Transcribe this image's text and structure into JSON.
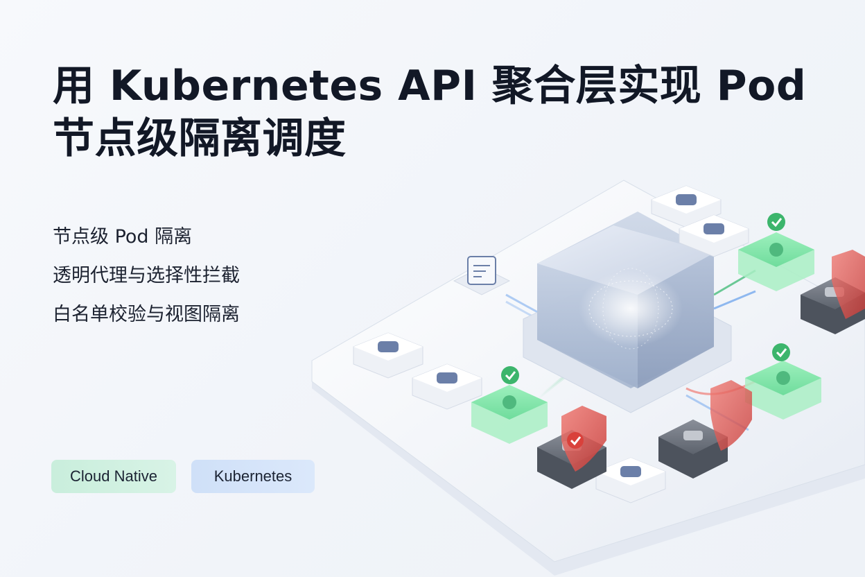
{
  "title": {
    "line1": "用 Kubernetes API 聚合层实现 Pod",
    "line2": "节点级隔离调度"
  },
  "features": [
    "节点级 Pod 隔离",
    "透明代理与选择性拦截",
    "白名单校验与视图隔离"
  ],
  "tags": [
    {
      "label": "Cloud Native",
      "color": "#c9eedc"
    },
    {
      "label": "Kubernetes",
      "color": "#cfe0f8"
    }
  ],
  "illustration": {
    "icons": [
      "node-icon",
      "cube-icon",
      "check-icon",
      "shield-icon",
      "document-icon"
    ],
    "colors": {
      "allowed": "#5fd68f",
      "blocked": "#e05050",
      "node": "#6b7fa8"
    }
  }
}
